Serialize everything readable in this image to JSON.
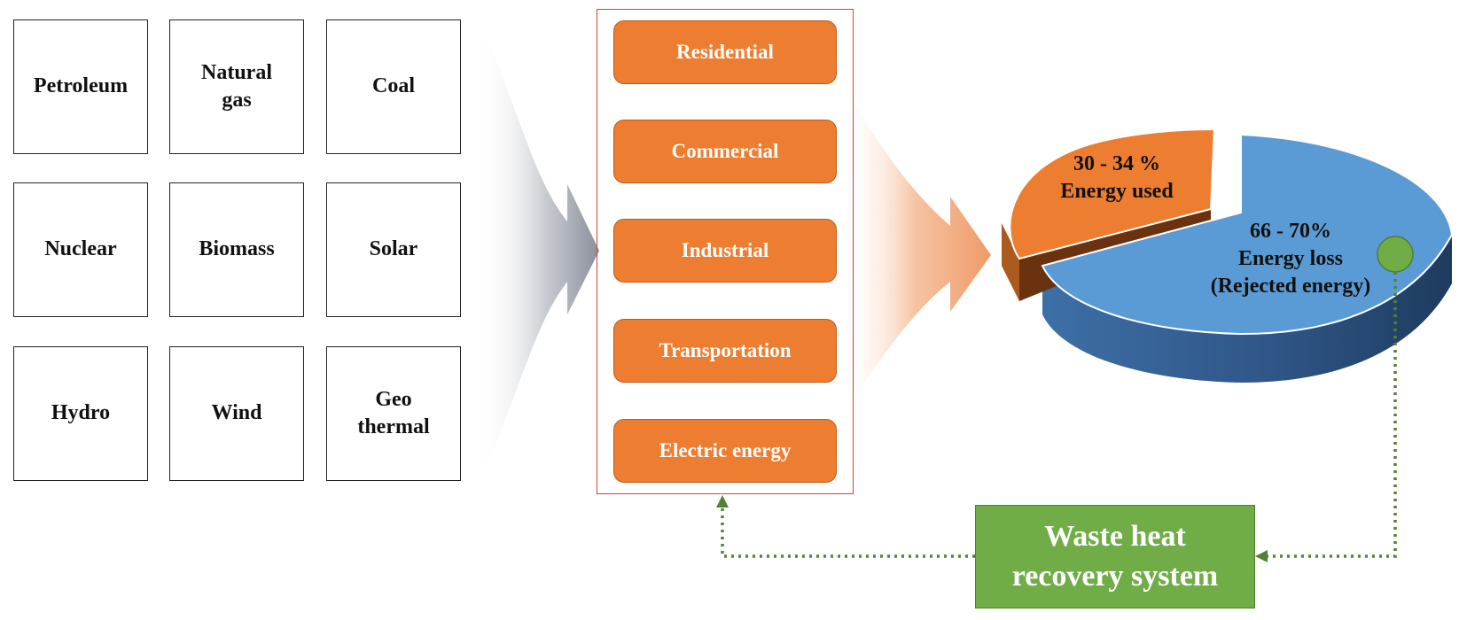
{
  "sources": [
    {
      "label": "Petroleum"
    },
    {
      "label": "Natural\ngas"
    },
    {
      "label": "Coal"
    },
    {
      "label": "Nuclear"
    },
    {
      "label": "Biomass"
    },
    {
      "label": "Solar"
    },
    {
      "label": "Hydro"
    },
    {
      "label": "Wind"
    },
    {
      "label": "Geo\nthermal"
    }
  ],
  "sectors": [
    {
      "label": "Residential"
    },
    {
      "label": "Commercial"
    },
    {
      "label": "Industrial"
    },
    {
      "label": "Transportation"
    },
    {
      "label": "Electric energy"
    }
  ],
  "energy_pie": {
    "used": {
      "percent": "30 - 34 %",
      "label": "Energy used",
      "share": 0.32
    },
    "loss": {
      "percent": "66 - 70%",
      "label": "Energy loss",
      "sublabel": "(Rejected energy)",
      "share": 0.68
    }
  },
  "recovery": {
    "label": "Waste heat\nrecovery system"
  },
  "colors": {
    "used": "#ed7d31",
    "loss": "#5b9bd5",
    "recovery": "#70ad47",
    "panel_border": "#e53935",
    "connector": "#548235"
  }
}
